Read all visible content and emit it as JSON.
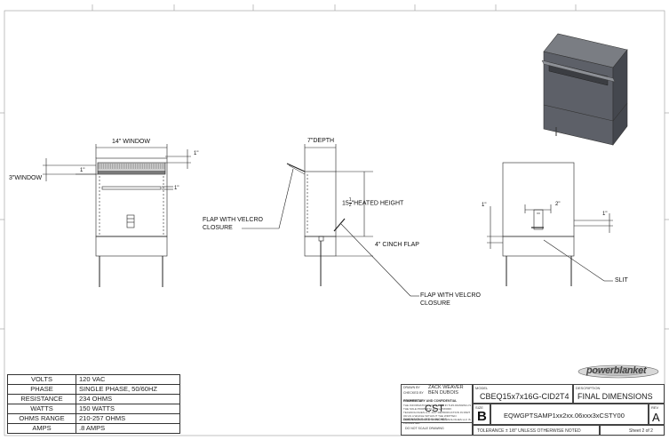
{
  "views": {
    "front": {
      "window_width": "14\" WINDOW",
      "window_height": "3\"WINDOW",
      "dim_top_right": "1\"",
      "dim_left": "1\"",
      "dim_mid_right": "1\""
    },
    "side": {
      "depth": "7\"DEPTH",
      "heated_height_whole": "15",
      "heated_height_num": "1",
      "heated_height_den": "2",
      "heated_height_text": "\"HEATED HEIGHT",
      "cinch_flap": "4\" CINCH FLAP",
      "flap_left_1": "FLAP WITH VELCRO",
      "flap_left_2": "CLOSURE",
      "flap_right_1": "FLAP WITH VELCRO",
      "flap_right_2": "CLOSURE"
    },
    "back": {
      "dim_left": "1\"",
      "dim_slot": "2\"",
      "dim_right": "1\"",
      "slit": "SLIT"
    }
  },
  "specs": [
    {
      "label": "VOLTS",
      "value": "120 VAC"
    },
    {
      "label": "PHASE",
      "value": "SINGLE PHASE, 50/60HZ"
    },
    {
      "label": "RESISTANCE",
      "value": "234 OHMS"
    },
    {
      "label": "WATTS",
      "value": "150 WATTS"
    },
    {
      "label": "OHMS RANGE",
      "value": "210-257 OHMS"
    },
    {
      "label": "AMPS",
      "value": ".8 AMPS"
    }
  ],
  "title_block": {
    "proprietary_title": "PROPRIETARY AND CONFIDENTIAL",
    "proprietary_text": "THE INFORMATION CONTAINED IN THIS DRAWING IS THE SOLE PROPERTY OF FLATWORK TECHNOLOGIES LLC. ANY REPRODUCTION IN PART OR AS A WHOLE WITHOUT THE WRITTEN PERMISSION OF FLATWORK TECHNOLOGIES LLC IS PROHIBITED.",
    "drawn_by_label": "DRAWN BY",
    "drawn_by": "ZACK WEAVER",
    "checked_by_label": "CHECKED BY",
    "checked_by": "BEN DUBOIS",
    "comments_label": "COMMENTS:",
    "comments": "CST",
    "dims_note": "DIMENSIONS ARE IN INCHES",
    "no_scale": "DO NOT SCALE DRAWING",
    "model_label": "MODEL",
    "model": "CBEQ15x7x16G-CID2T4",
    "description_label": "DESCRIPTION",
    "description": "FINAL DIMENSIONS",
    "size_label": "SIZE",
    "size": "B",
    "part_number": "EQWGPTSAMP1xx2xx.06xxx3xCSTY00",
    "rev_label": "REV",
    "rev": "A",
    "tolerance": "TOLERANCE ± 1/8\" UNLESS OTHERWISE NOTED",
    "sheet": "Sheet 2 of 2",
    "logo_text": "powerblanket"
  }
}
